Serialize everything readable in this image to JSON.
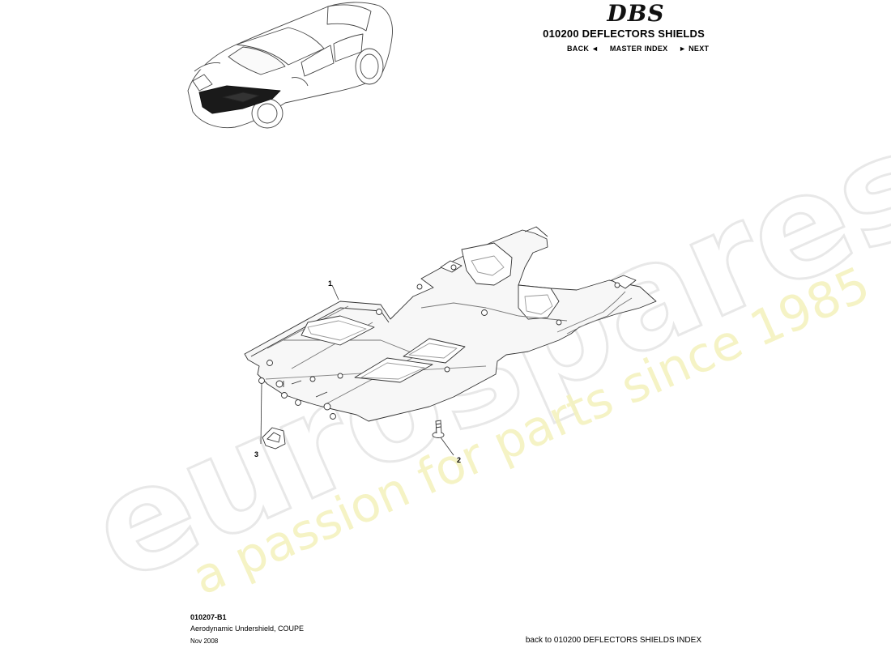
{
  "header": {
    "brand_logo": "DBS",
    "section_title": "010200 DEFLECTORS SHIELDS",
    "nav": {
      "back_label": "BACK",
      "back_icon": "◄",
      "master_index_label": "MASTER INDEX",
      "next_icon": "►",
      "next_label": "NEXT"
    }
  },
  "watermark": {
    "brand": "eurospares",
    "tagline": "a passion for parts since 1985"
  },
  "diagram": {
    "callouts": [
      {
        "number": "1"
      },
      {
        "number": "2"
      },
      {
        "number": "3"
      }
    ]
  },
  "footer": {
    "diagram_code": "010207-B1",
    "description": "Aerodynamic Undershield, COUPE",
    "date": "Nov 2008",
    "back_link": "back to 010200 DEFLECTORS SHIELDS INDEX"
  },
  "colors": {
    "watermark_grey": "#ececec",
    "watermark_yellow": "#f3f2c0",
    "line": "#333333",
    "shield_fill": "#f7f7f7"
  }
}
